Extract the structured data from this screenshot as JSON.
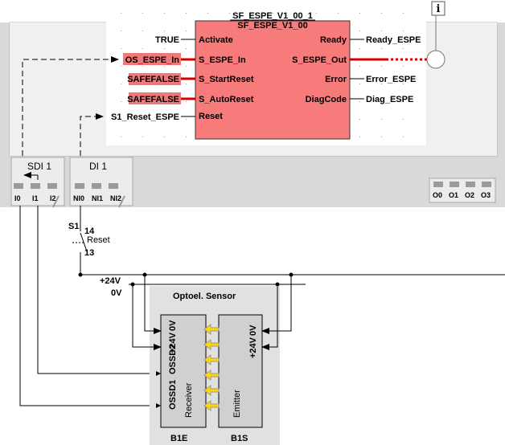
{
  "function_block": {
    "instance_name": "SF_ESPE_V1_00_1",
    "type_name": "SF_ESPE_V1_00",
    "input_pins": [
      "Activate",
      "S_ESPE_In",
      "S_StartReset",
      "S_AutoReset",
      "Reset"
    ],
    "output_pins": [
      "Ready",
      "S_ESPE_Out",
      "Error",
      "DiagCode"
    ],
    "input_values": [
      "TRUE",
      "OS_ESPE_In",
      "SAFEFALSE",
      "SAFEFALSE",
      "S1_Reset_ESPE"
    ],
    "output_values": [
      "Ready_ESPE",
      "",
      "Error_ESPE",
      "Diag_ESPE"
    ]
  },
  "info_icon": "info-icon",
  "modules": {
    "sdi": {
      "title": "SDI 1",
      "terminals": [
        "I0",
        "I1",
        "I2"
      ]
    },
    "di": {
      "title": "DI 1",
      "terminals": [
        "NI0",
        "NI1",
        "NI2"
      ]
    },
    "output": {
      "terminals": [
        "O0",
        "O1",
        "O2",
        "O3"
      ]
    }
  },
  "switch": {
    "label": "S1",
    "pin_top": "14",
    "name": "Reset",
    "pin_bottom": "13"
  },
  "power": {
    "plus": "+24V",
    "zero": "0V"
  },
  "sensor": {
    "title": "Optoel. Sensor",
    "receiver_label": "Receiver",
    "receiver_pins": [
      "OSSD1",
      "OSSD2",
      "+24V",
      "0V"
    ],
    "emitter_label": "Emitter",
    "emitter_pins": [
      "+24V",
      "0V"
    ],
    "receiver_id": "B1E",
    "emitter_id": "B1S"
  },
  "colors": {
    "block_fill": "#f77b7b",
    "highlight": "#f07878",
    "signal_red": "#d40000",
    "arrow_yellow": "#ffd800"
  }
}
